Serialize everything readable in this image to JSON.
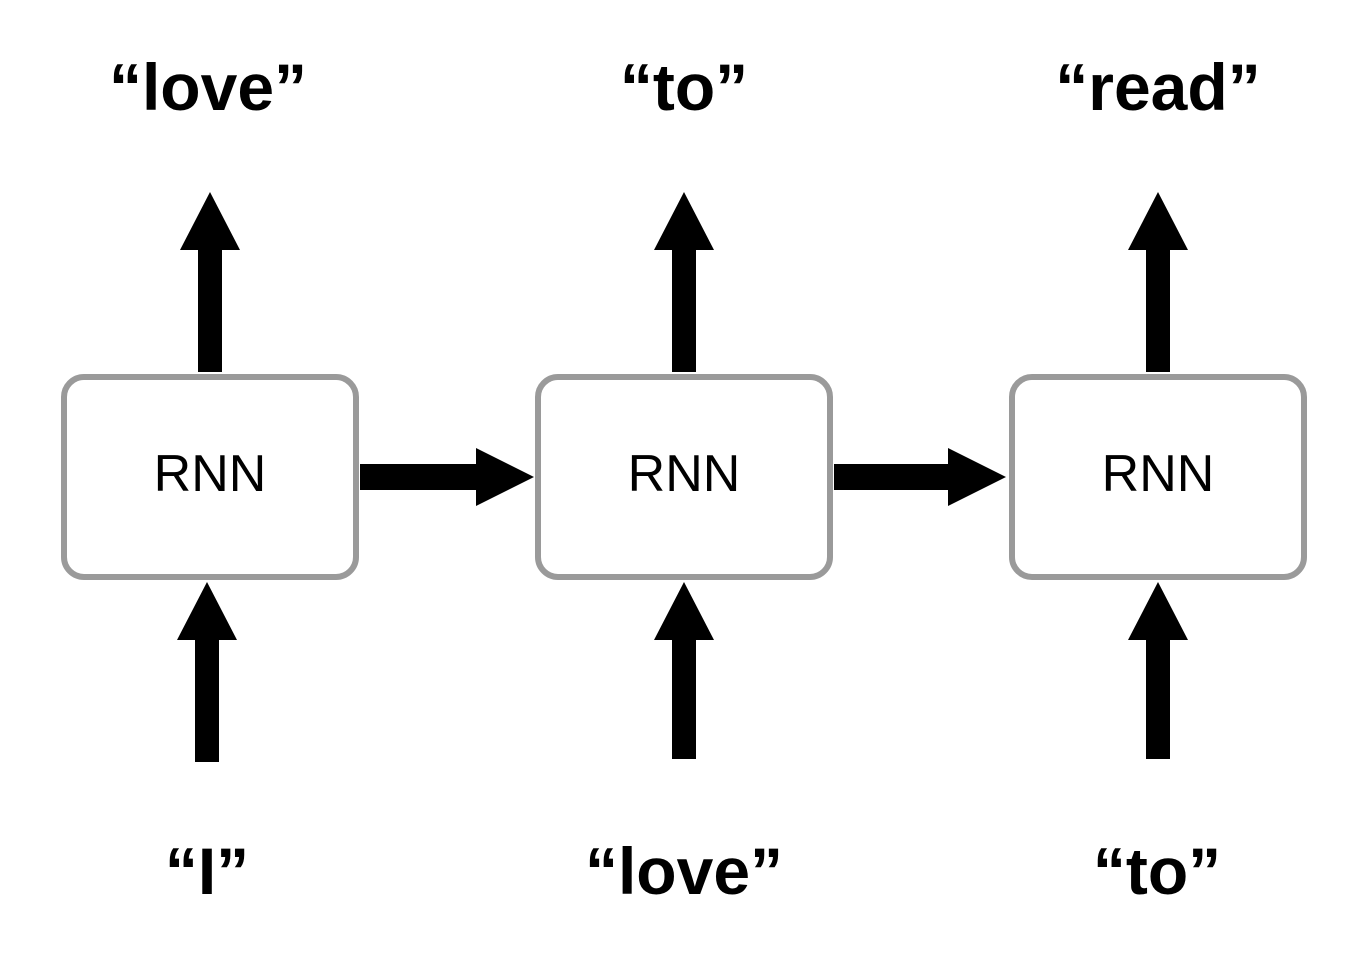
{
  "colors": {
    "box_border": "#9a9a9a",
    "box_fill": "#ffffff",
    "arrow": "#000000",
    "text": "#000000"
  },
  "cells": [
    {
      "box_label": "RNN",
      "input": "“I”",
      "output": "“love”"
    },
    {
      "box_label": "RNN",
      "input": "“love”",
      "output": "“to”"
    },
    {
      "box_label": "RNN",
      "input": "“to”",
      "output": "“read”"
    }
  ]
}
